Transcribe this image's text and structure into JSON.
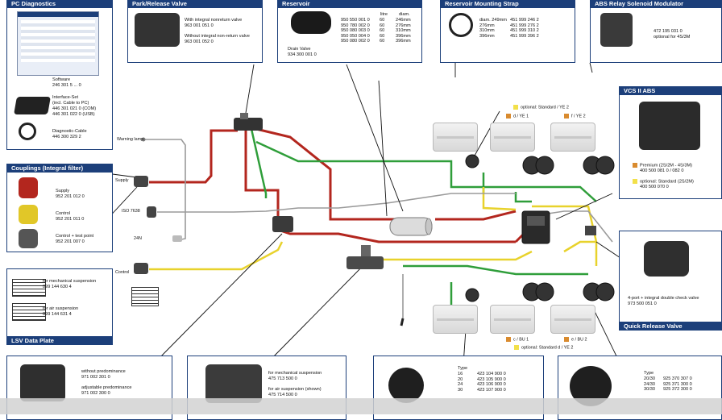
{
  "pc": {
    "title": "PC Diagnostics",
    "software_label": "Software",
    "software_no": "246 301 5 ... 0",
    "interface_lines": [
      "Interface-Set",
      "(incl. Cable to PC)",
      "446 301 021 0 (COM)",
      "446 301 022 0 (USB)"
    ],
    "cable_label": "Diagnostic-Cable",
    "cable_no": "446 300 329 2"
  },
  "park": {
    "title": "Park/Release Valve",
    "line1": "With integral nonreturn valve",
    "no1": "963 001 051 0",
    "line2": "Without integral non-return valve",
    "no2": "963 001 052 0"
  },
  "reservoir": {
    "title": "Reservoir",
    "col_litre": "litre",
    "col_diam": "diam.",
    "rows": [
      [
        "950 550 001 0",
        "60",
        "246mm"
      ],
      [
        "950 780 002 0",
        "60",
        "276mm"
      ],
      [
        "950 080 003 0",
        "60",
        "310mm"
      ],
      [
        "950 050 004 0",
        "60",
        "396mm"
      ],
      [
        "950 080 002 0",
        "60",
        "396mm"
      ]
    ],
    "drain_label": "Drain Valve",
    "drain_no": "934 300 001 0"
  },
  "strap": {
    "title": "Reservoir Mounting Strap",
    "rows": [
      [
        "diam. 249mm",
        "451 999 246 2"
      ],
      [
        "276mm",
        "451 999 276 2"
      ],
      [
        "310mm",
        "451 999 310 2"
      ],
      [
        "396mm",
        "451 999 396 2"
      ]
    ]
  },
  "abs_relay": {
    "title": "ABS Relay Solenoid Modulator",
    "no": "472 195 031 0",
    "note": "optional for 4S/3M"
  },
  "couplings": {
    "title": "Couplings (Integral filter)",
    "supply_label": "Supply",
    "supply_no": "952 201 012 0",
    "control_label": "Control",
    "control_no": "952 201 011 0",
    "cp_label": "Control + test point",
    "cp_no": "952 201 007 0"
  },
  "lsv": {
    "title": "LSV Data Plate",
    "mech_label": "for mechanical suspension",
    "mech_no": "899 144 630 4",
    "air_label": "for air suspension",
    "air_no": "899 144 631 4"
  },
  "vcs": {
    "title": "VCS II ABS",
    "premium_label": "Premium (2S/2M - 4S/3M)",
    "premium_no": "400 500 081 0 / 082 0",
    "std_label": "optional: Standard (2S/2M)",
    "std_no": "400 500 070 0"
  },
  "qrv": {
    "title": "Quick Release Valve",
    "line1": "4-port + integral double check valve",
    "no": "973 500 051 0"
  },
  "bottom1": {
    "line1": "without predominance",
    "no1": "971 002 301 0",
    "line2": "adjustable predominance",
    "no2": "971 002 300 0"
  },
  "bottom2": {
    "line1": "for mechanical suspension",
    "no1": "475 713 500 0",
    "line2": "for air suspension (shown)",
    "no2": "475 714 500 0"
  },
  "bottom3": {
    "type_label": "Type",
    "rows": [
      [
        "16",
        "423 104 900 0"
      ],
      [
        "20",
        "423 105 900 0"
      ],
      [
        "24",
        "423 106 900 0"
      ],
      [
        "30",
        "423 107 900 0"
      ]
    ]
  },
  "bottom4": {
    "type_label": "Type",
    "rows": [
      [
        "20/30",
        "925 370 307 0"
      ],
      [
        "24/30",
        "925 371 300 0"
      ],
      [
        "30/30",
        "925 372 300 0"
      ]
    ]
  },
  "labels": {
    "warning_lamp": "Warning lamp",
    "supply": "Supply",
    "iso": "ISO 7638",
    "aux": "24N",
    "control": "Control",
    "opt_ye_top": "optional: Standard",
    "ye_top": "/ YE 2",
    "d_ye1": "d / YE 1",
    "f_ye2": "f / YE 2",
    "c_bu1": "c / BU 1",
    "e_bu2": "e / BU 2",
    "opt_bottom": "optional: Standard",
    "d_ye_bottom": "d / YE 2"
  },
  "colors": {
    "navy": "#1c3f7a",
    "supply_red": "#b3261e",
    "control_yellow": "#e8d22c",
    "green": "#2f9e3a",
    "grey": "#9a9a9a"
  }
}
